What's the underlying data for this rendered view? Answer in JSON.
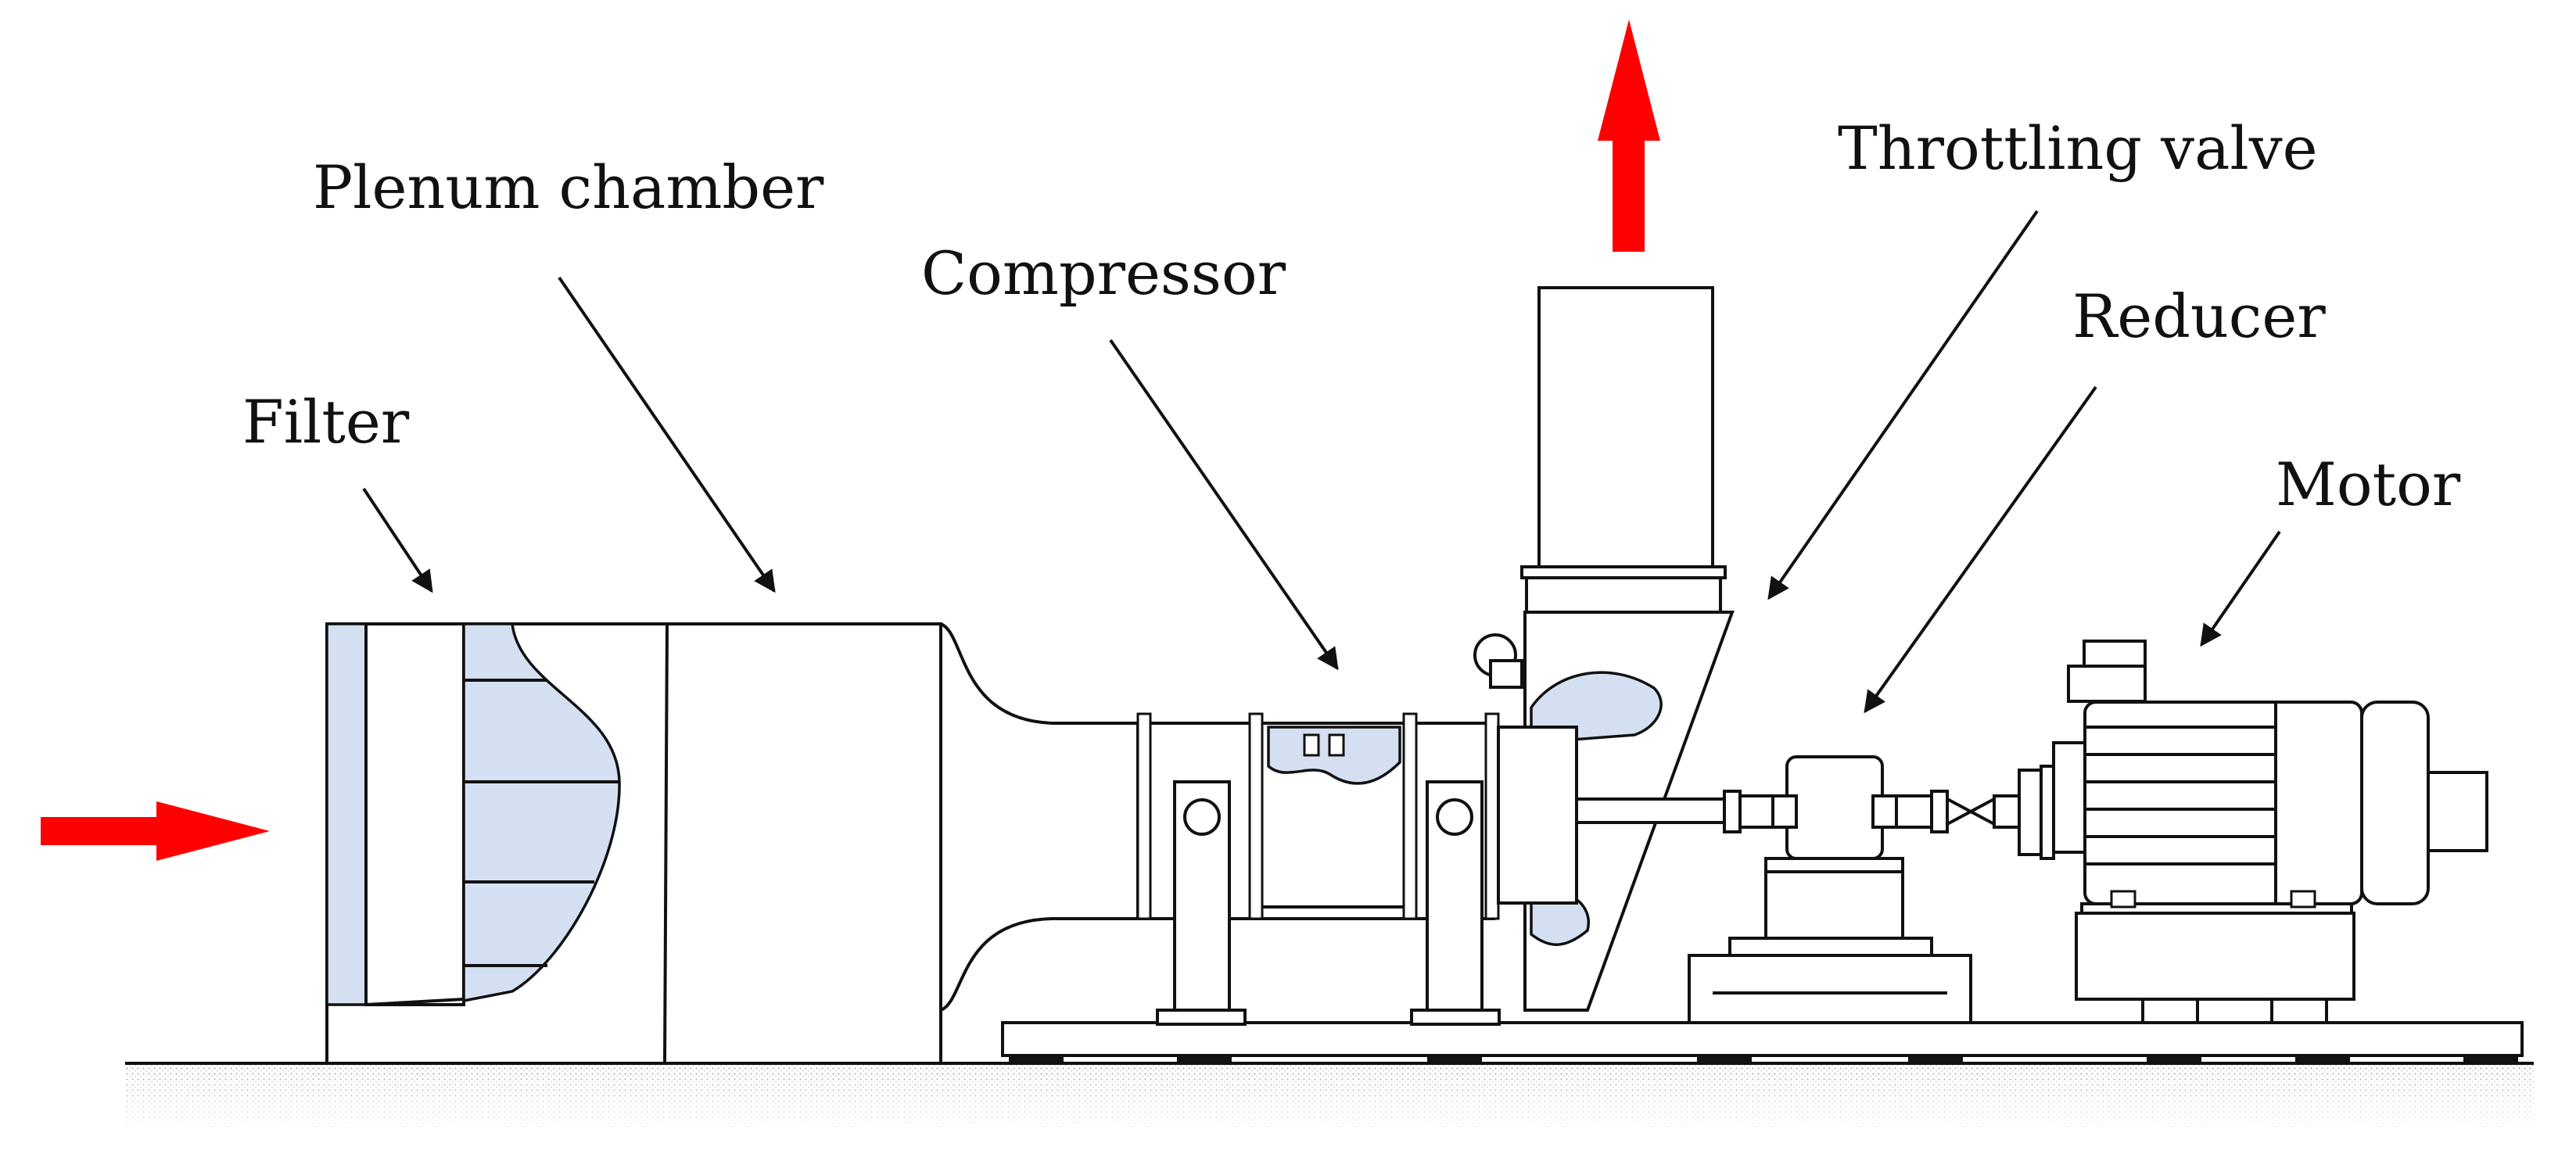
{
  "labels": {
    "filter": "Filter",
    "plenum_chamber": "Plenum chamber",
    "compressor": "Compressor",
    "throttling_valve": "Throttling valve",
    "reducer": "Reducer",
    "motor": "Motor"
  },
  "colors": {
    "flow_arrow": "#ff0000",
    "fill_blue": "#d4e0f2",
    "line": "#111111"
  },
  "icons": {
    "inlet_flow": "arrow-right-icon",
    "outlet_flow": "arrow-up-icon"
  }
}
